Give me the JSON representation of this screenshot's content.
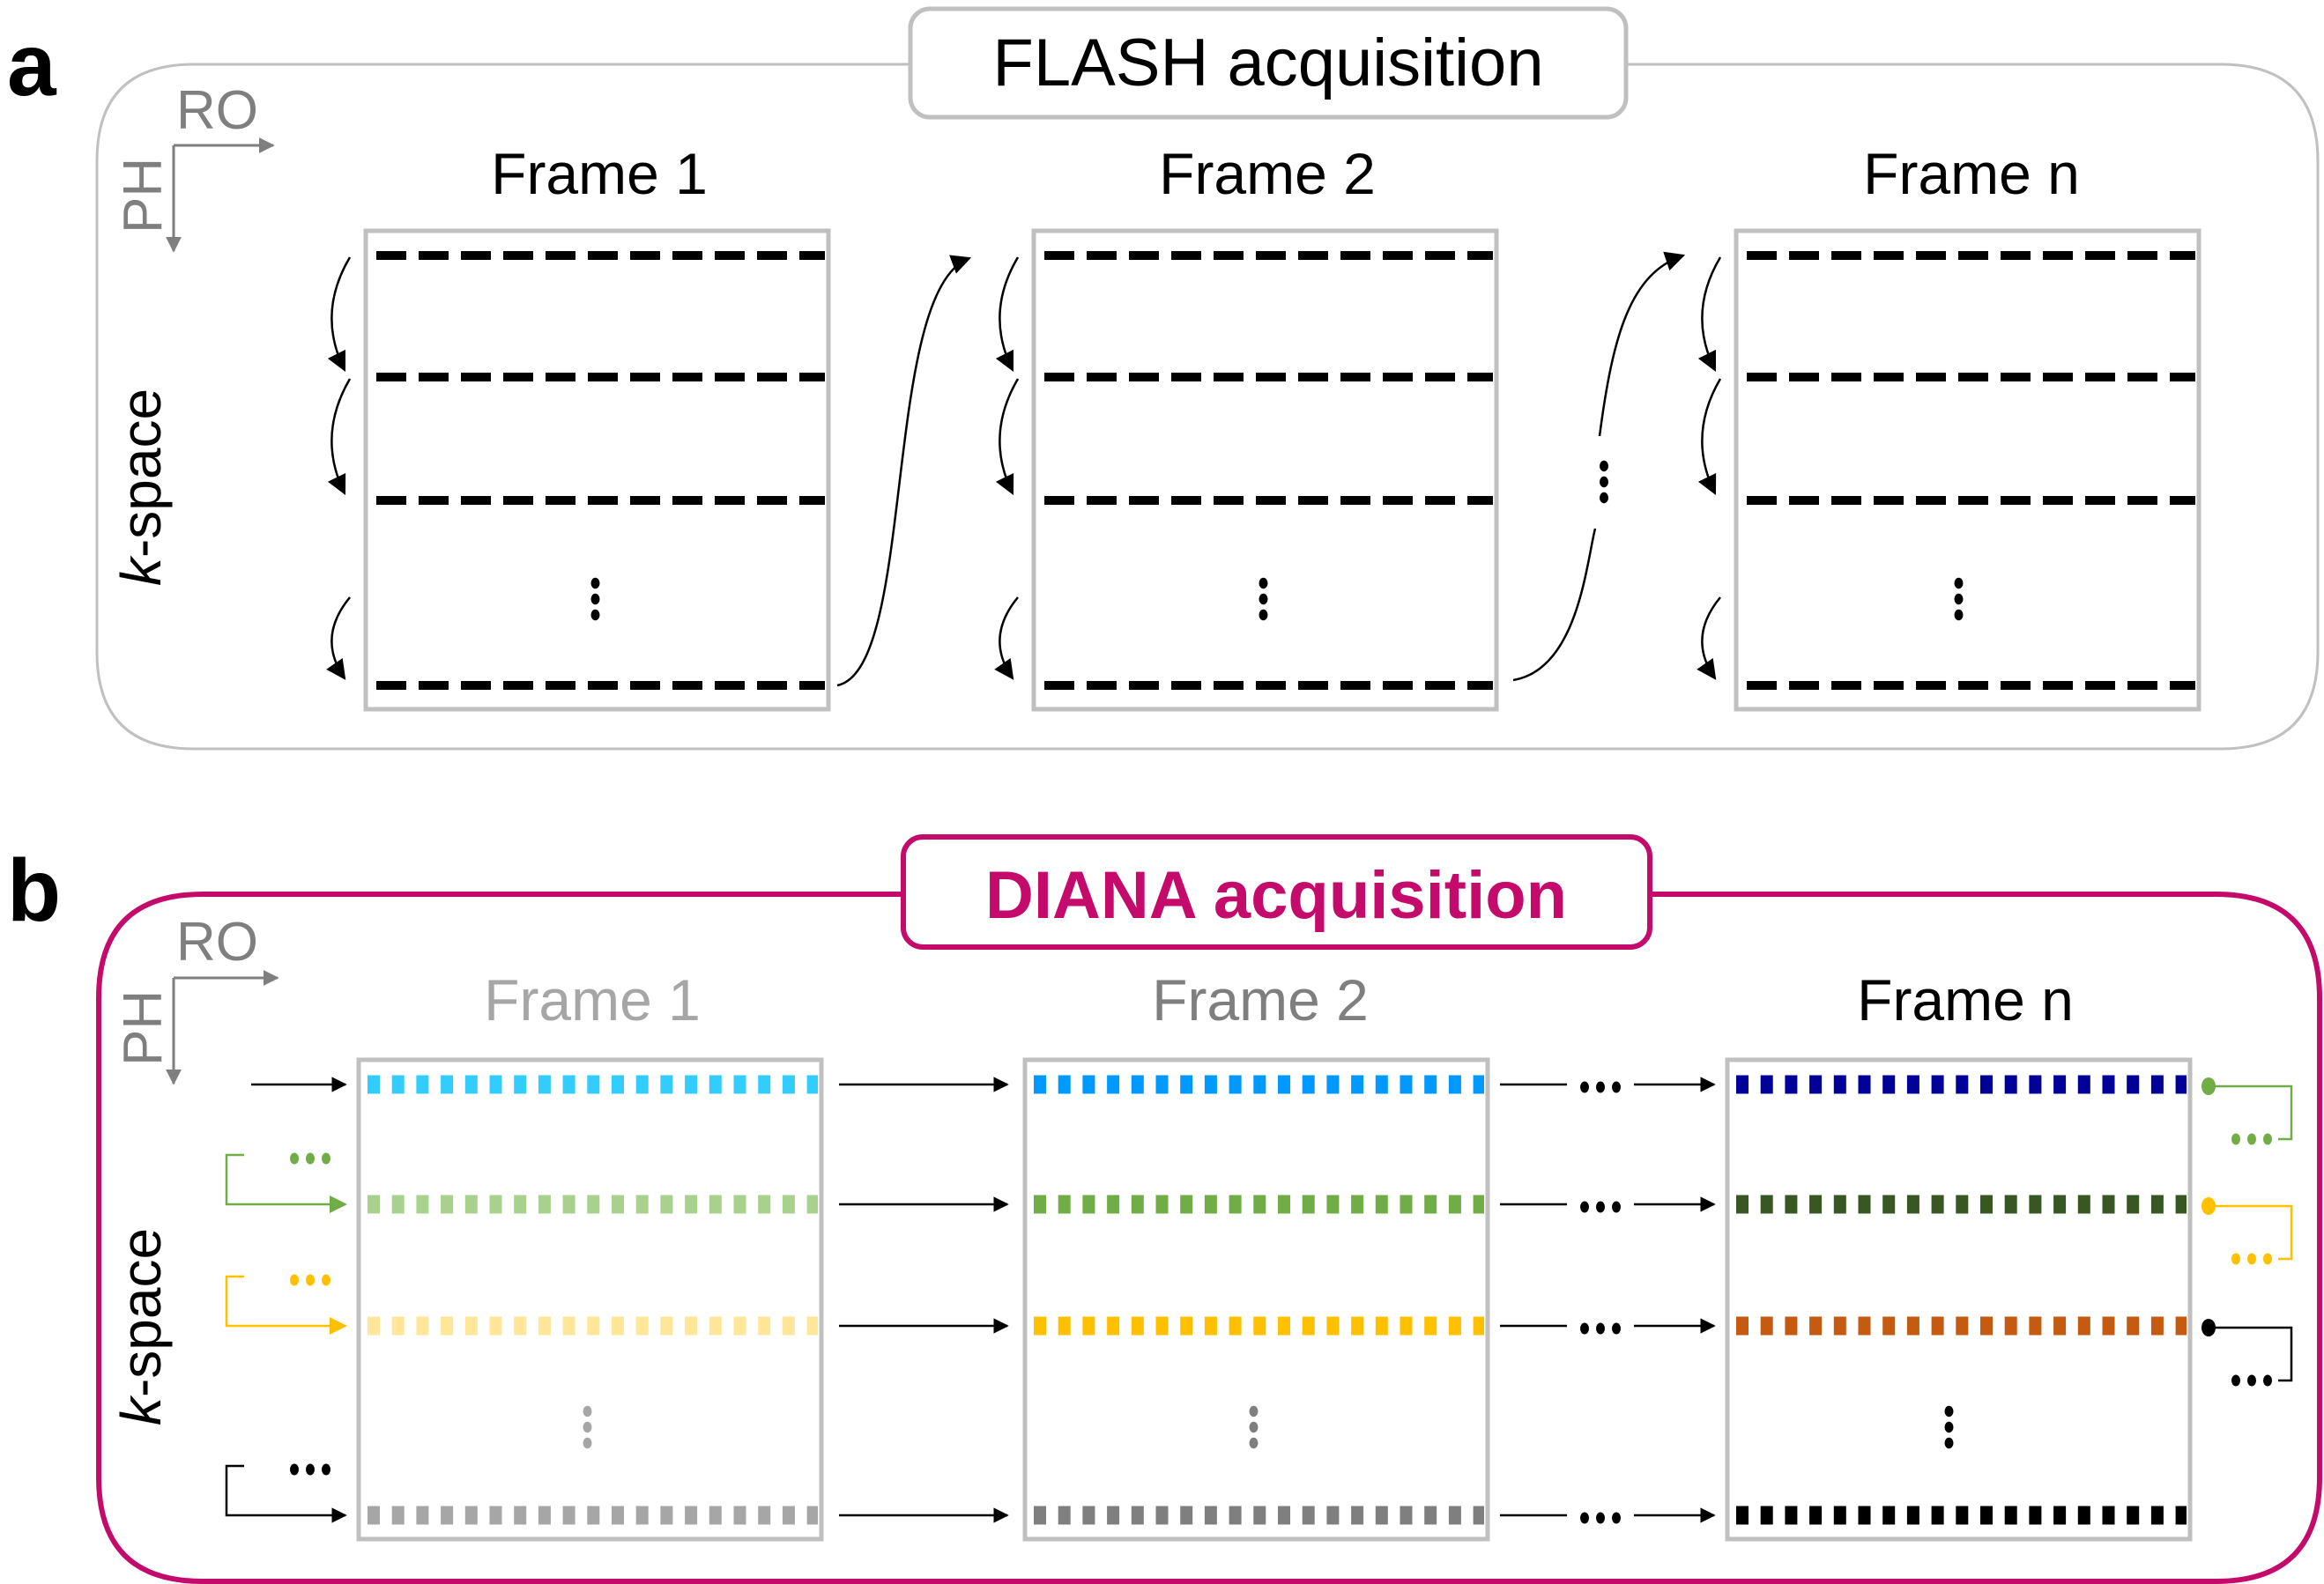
{
  "colors": {
    "accent": "#c40a6b",
    "panel_a_border": "#c0c0c0",
    "frame_border": "#c0c0c0",
    "axis_gray": "#7f7f7f",
    "black": "#000000"
  },
  "panel_a": {
    "letter": "a",
    "title": "FLASH acquisition",
    "axes": {
      "readout": "RO",
      "phase": "PH"
    },
    "kspace_label_k": "k",
    "kspace_label_rest": "-space",
    "frames": [
      {
        "label": "Frame 1",
        "label_color": "#000000"
      },
      {
        "label": "Frame 2",
        "label_color": "#000000"
      },
      {
        "label": "Frame n",
        "label_color": "#000000"
      }
    ],
    "line_color": "#000000",
    "ellipsis": "⋮",
    "between_frames_ellipsis": "⋮"
  },
  "panel_b": {
    "letter": "b",
    "title": "DIANA acquisition",
    "axes": {
      "readout": "RO",
      "phase": "PH"
    },
    "kspace_label_k": "k",
    "kspace_label_rest": "-space",
    "frames": [
      {
        "label": "Frame 1",
        "label_color": "#a6a6a6",
        "ellipsis_color": "#a6a6a6",
        "rows": [
          "#33ccff",
          "#a9d18e",
          "#ffe699",
          "#a6a6a6"
        ]
      },
      {
        "label": "Frame 2",
        "label_color": "#7f7f7f",
        "ellipsis_color": "#7f7f7f",
        "rows": [
          "#0099ff",
          "#70ad47",
          "#ffc000",
          "#7f7f7f"
        ]
      },
      {
        "label": "Frame n",
        "label_color": "#000000",
        "ellipsis_color": "#000000",
        "rows": [
          "#000099",
          "#385723",
          "#c55a11",
          "#000000"
        ]
      }
    ],
    "loop_colors": [
      "#70ad47",
      "#ffc000",
      "#000000"
    ],
    "ellipsis": "⋮",
    "horizontal_ellipsis": "•••"
  }
}
